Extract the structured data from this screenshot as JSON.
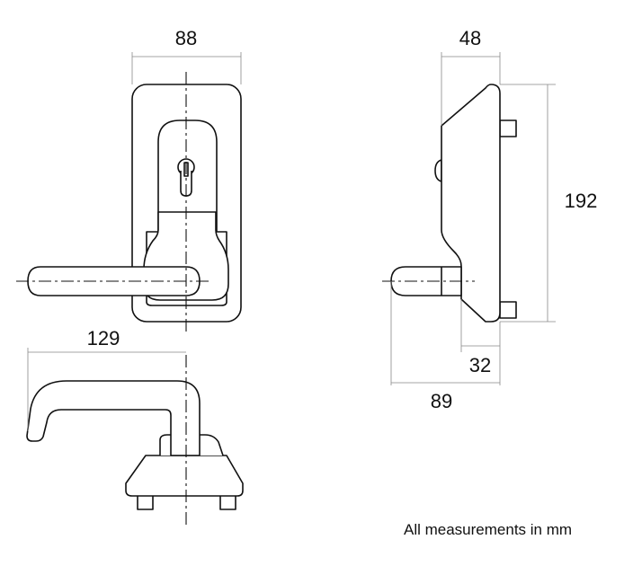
{
  "dimensions": {
    "front_width": "88",
    "side_depth": "48",
    "height": "192",
    "handle_length": "129",
    "base_offset": "32",
    "total_depth": "89"
  },
  "note": "All measurements in mm",
  "colors": {
    "line": "#111111",
    "dimension_line": "#888888",
    "background": "#ffffff"
  }
}
